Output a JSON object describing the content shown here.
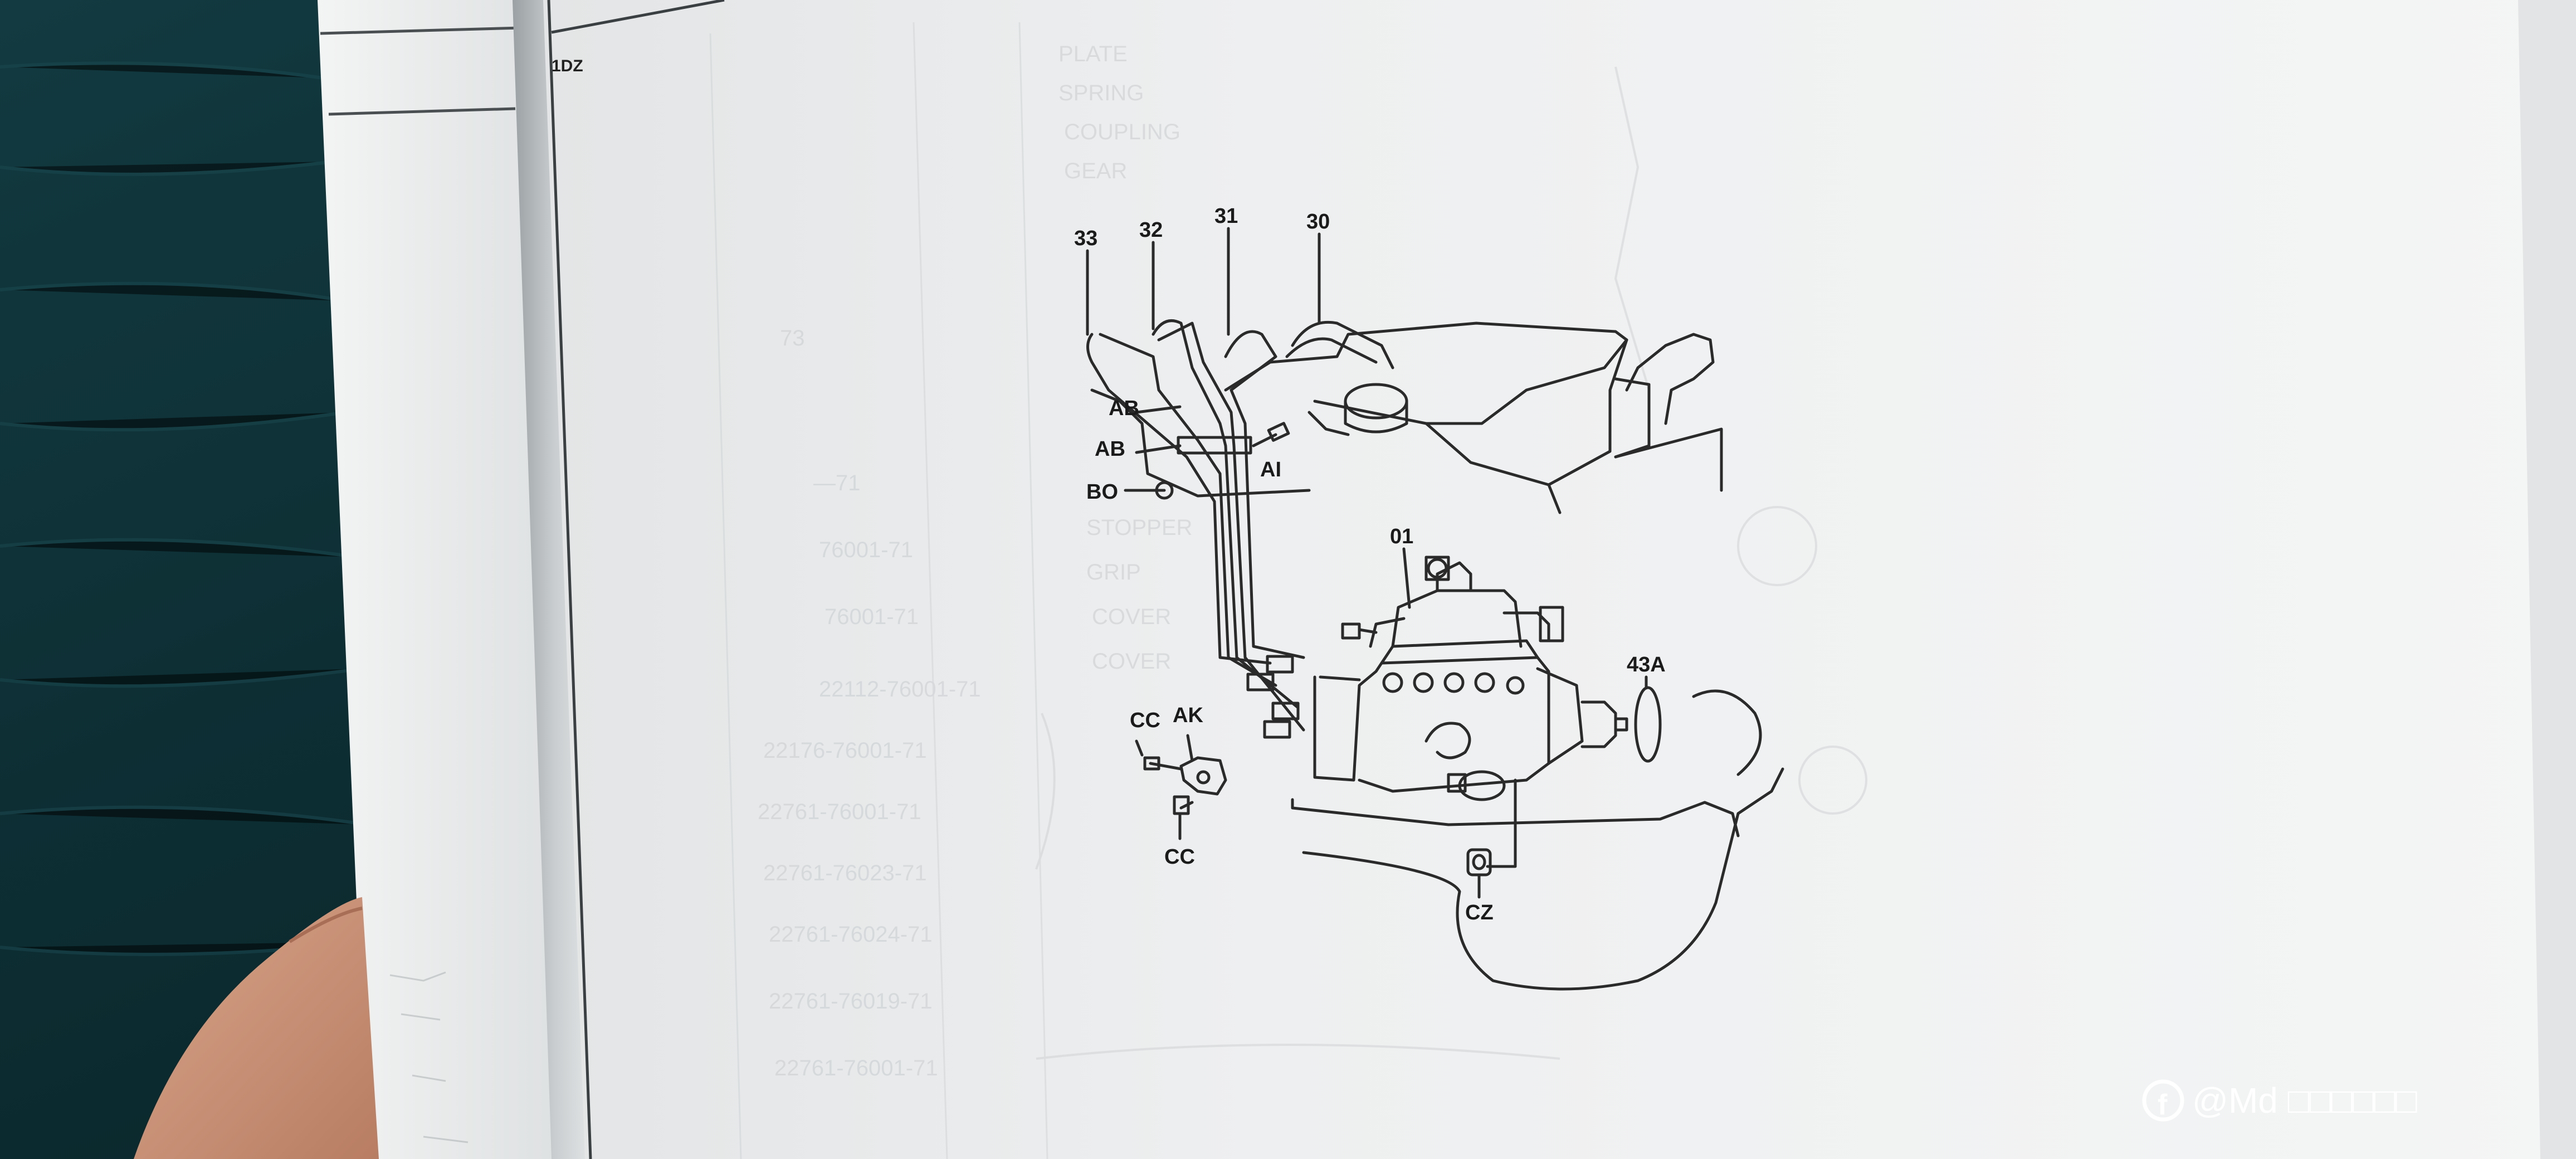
{
  "page": {
    "header_code": "1DZ"
  },
  "diagram": {
    "callouts": [
      "33",
      "32",
      "31",
      "30",
      "AB",
      "AB",
      "BO",
      "AI",
      "01",
      "43A",
      "CC",
      "AK",
      "CC",
      "CZ"
    ]
  },
  "watermark": {
    "text": "@Md □□□□□□",
    "icon": "facebook-icon"
  }
}
